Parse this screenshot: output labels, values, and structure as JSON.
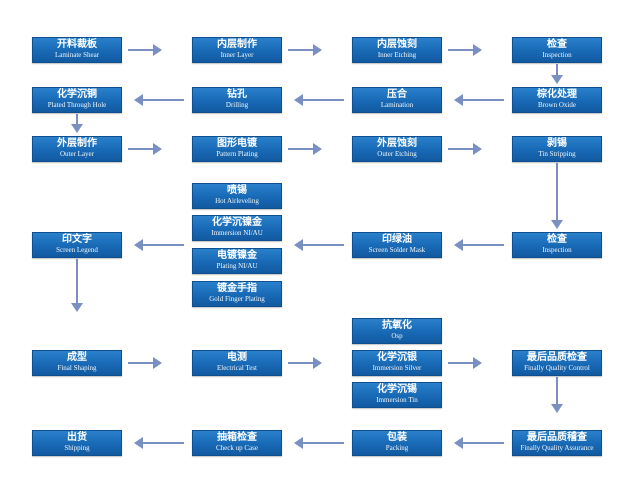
{
  "steps": [
    {
      "id": "s1",
      "zh": "开料裁板",
      "en": "Laminate Shear"
    },
    {
      "id": "s2",
      "zh": "内层制作",
      "en": "Inner Layer"
    },
    {
      "id": "s3",
      "zh": "内层蚀刻",
      "en": "Inner Etching"
    },
    {
      "id": "s4",
      "zh": "检查",
      "en": "Inspection"
    },
    {
      "id": "s5",
      "zh": "化学沉铜",
      "en": "Plated Through Hole"
    },
    {
      "id": "s6",
      "zh": "钻孔",
      "en": "Drilling"
    },
    {
      "id": "s7",
      "zh": "压合",
      "en": "Lamination"
    },
    {
      "id": "s8",
      "zh": "棕化处理",
      "en": "Brown Oxide"
    },
    {
      "id": "s9",
      "zh": "外层制作",
      "en": "Outer Layer"
    },
    {
      "id": "s10",
      "zh": "图形电镀",
      "en": "Pattern Plating"
    },
    {
      "id": "s11",
      "zh": "外层蚀刻",
      "en": "Outer Etching"
    },
    {
      "id": "s12",
      "zh": "剥锡",
      "en": "Tin Stripping"
    },
    {
      "id": "s13",
      "zh": "喷锡",
      "en": "Hot Airleveling"
    },
    {
      "id": "s14",
      "zh": "化学沉镍金",
      "en": "Immersion NI/AU"
    },
    {
      "id": "s15",
      "zh": "电镀镍金",
      "en": "Plating NI/AU"
    },
    {
      "id": "s16",
      "zh": "镀金手指",
      "en": "Gold Finger Plating"
    },
    {
      "id": "s17",
      "zh": "印文字",
      "en": "Screen Legend"
    },
    {
      "id": "s18",
      "zh": "印绿油",
      "en": "Screen Solder Mask"
    },
    {
      "id": "s19",
      "zh": "检查",
      "en": "Inspection"
    },
    {
      "id": "s20",
      "zh": "抗氧化",
      "en": "Osp"
    },
    {
      "id": "s21",
      "zh": "成型",
      "en": "Final Shaping"
    },
    {
      "id": "s22",
      "zh": "电测",
      "en": "Electrical Test"
    },
    {
      "id": "s23",
      "zh": "化学沉银",
      "en": "Immersion Silver"
    },
    {
      "id": "s24",
      "zh": "最后品质检查",
      "en": "Finally Quality Control"
    },
    {
      "id": "s25",
      "zh": "化学沉锡",
      "en": "Immersion Tin"
    },
    {
      "id": "s26",
      "zh": "出货",
      "en": "Shipping"
    },
    {
      "id": "s27",
      "zh": "抽箱检查",
      "en": "Check up Case"
    },
    {
      "id": "s28",
      "zh": "包装",
      "en": "Packing"
    },
    {
      "id": "s29",
      "zh": "最后品质稽查",
      "en": "Finally Quality Assurance"
    }
  ],
  "colors": {
    "box": "#1869b5",
    "arrow": "#7a8fc2",
    "text": "#ffffff"
  }
}
